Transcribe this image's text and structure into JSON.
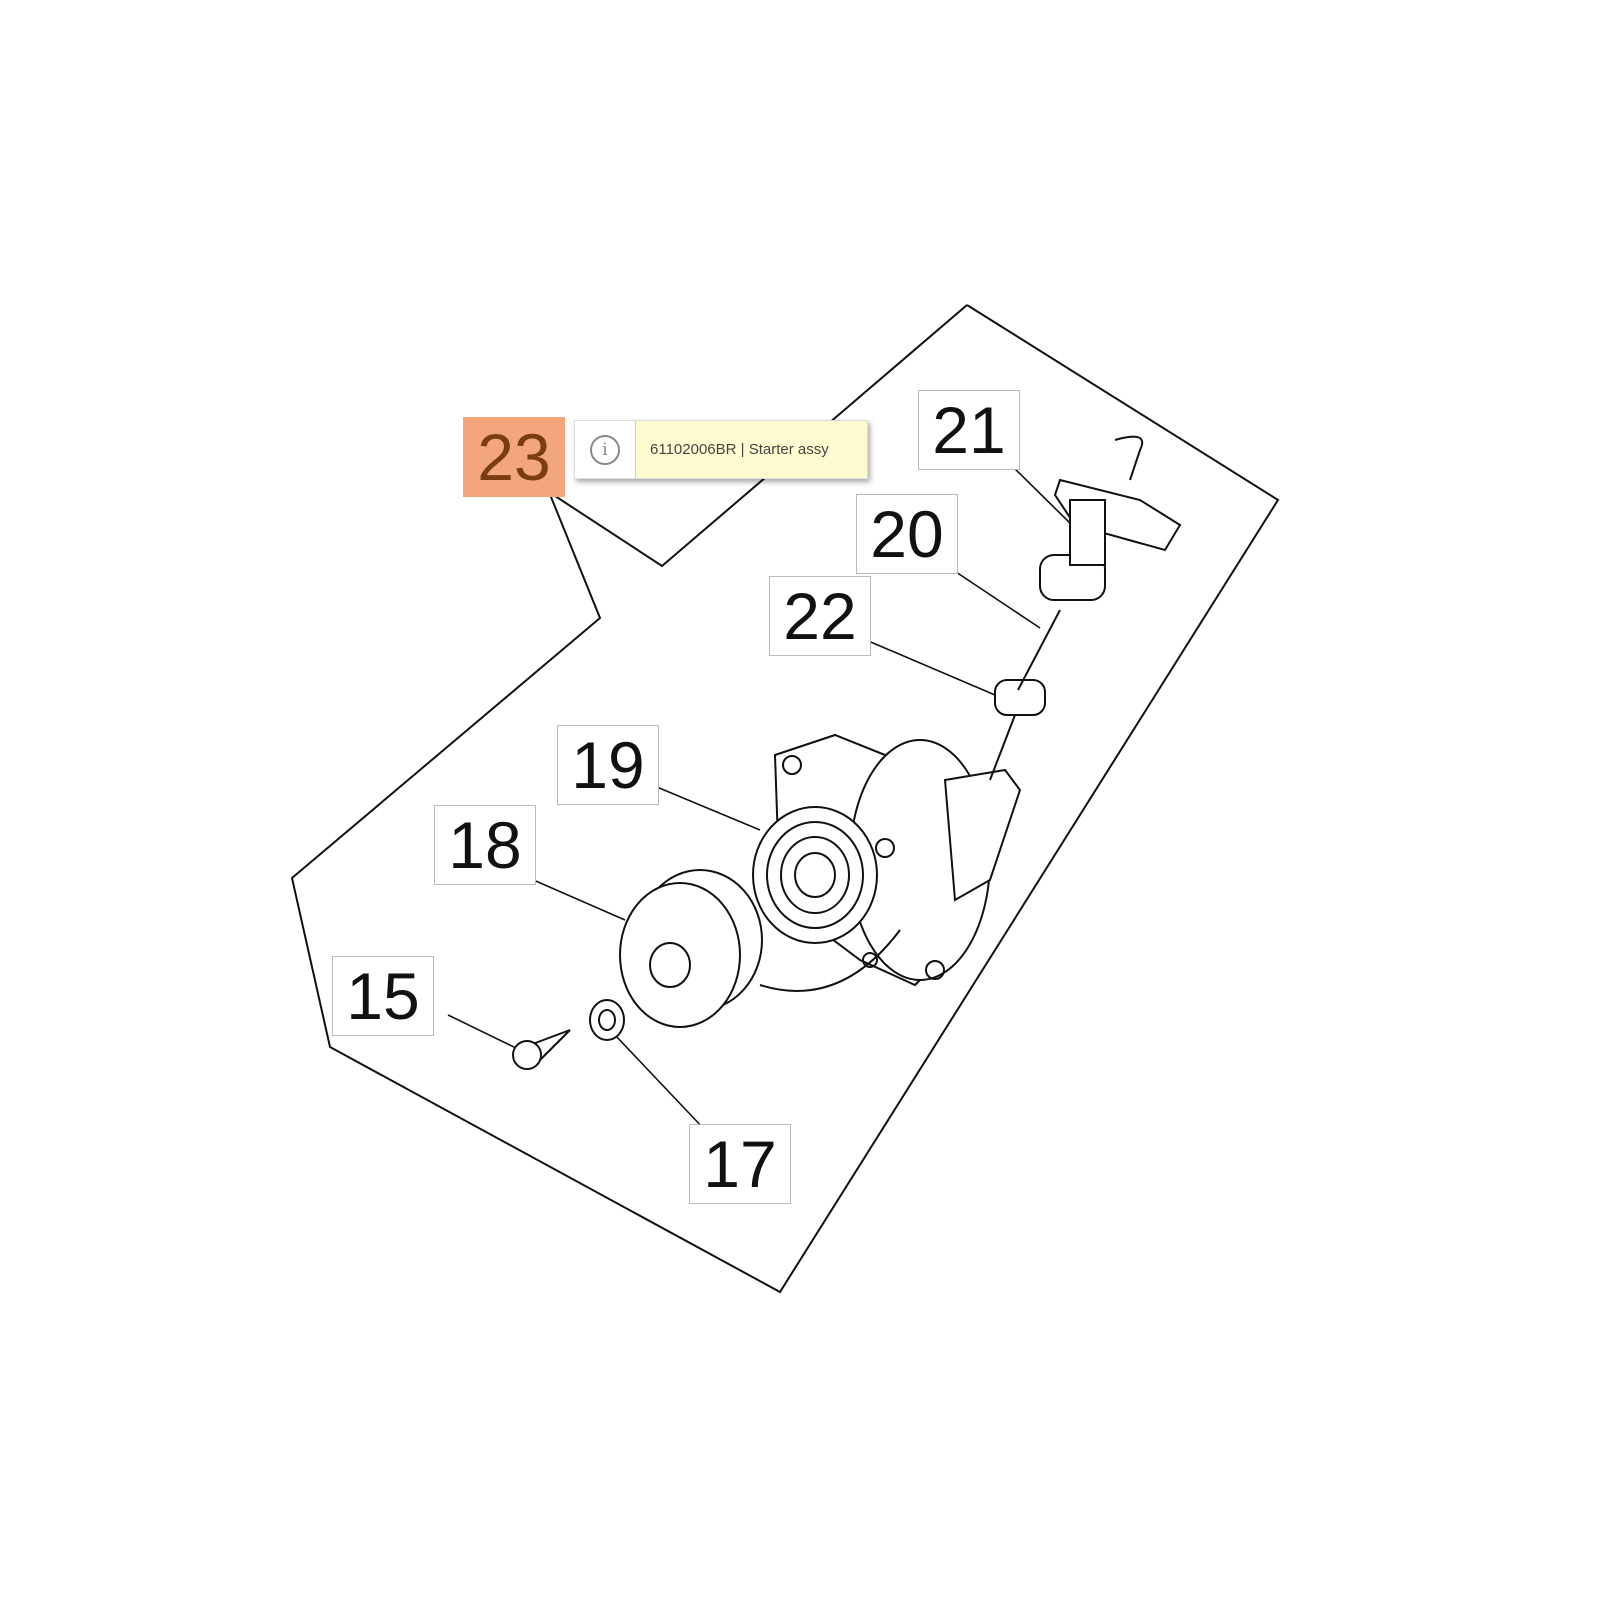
{
  "callouts": [
    {
      "id": "23",
      "label": "23",
      "active": true
    },
    {
      "id": "21",
      "label": "21"
    },
    {
      "id": "20",
      "label": "20"
    },
    {
      "id": "22",
      "label": "22"
    },
    {
      "id": "19",
      "label": "19"
    },
    {
      "id": "18",
      "label": "18"
    },
    {
      "id": "15",
      "label": "15"
    },
    {
      "id": "17",
      "label": "17"
    }
  ],
  "tooltip": {
    "icon": "info-icon",
    "icon_glyph": "i",
    "text": "61102006BR | Starter assy"
  },
  "colors": {
    "active_bg": "#f3a57c",
    "active_text": "#7a3c12",
    "tooltip_bg": "#fffbd0"
  }
}
